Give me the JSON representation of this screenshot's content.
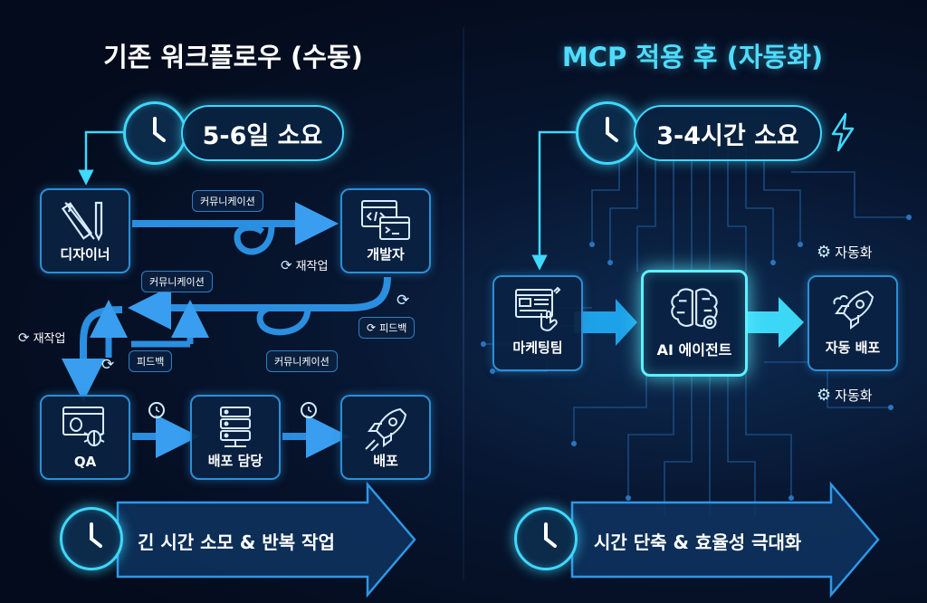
{
  "left": {
    "title": "기존 워크플로우 (수동)",
    "time_badge": "5-6일 소요",
    "nodes": {
      "designer": "디자이너",
      "developer": "개발자",
      "qa": "QA",
      "deploy_manager": "배포 담당",
      "deploy": "배포"
    },
    "tags": {
      "communication_top": "커뮤니케이션",
      "communication_mid": "커뮤니케이션",
      "communication_low": "커뮤니케이션",
      "feedback_right": "피드백",
      "feedback_left": "피드백"
    },
    "labels": {
      "rework_top": "재작업",
      "rework_left": "재작업"
    },
    "banner": "긴 시간 소모 & 반복 작업"
  },
  "right": {
    "title": "MCP 적용 후 (자동화)",
    "time_badge": "3-4시간 소요",
    "nodes": {
      "marketing": "마케팅팀",
      "ai_agent": "AI 에이전트",
      "auto_deploy": "자동 배포"
    },
    "labels": {
      "auto_top": "자동화",
      "auto_bottom": "자동화"
    },
    "banner": "시간 단축 & 효율성 극대화"
  },
  "icons": {
    "clock": "clock-icon",
    "lightning": "lightning-icon",
    "refresh": "refresh-icon",
    "gear": "gear-icon",
    "design_tools": "design-tools-icon",
    "code_window": "code-window-icon",
    "bug": "bug-icon",
    "server": "server-icon",
    "rocket": "rocket-icon",
    "brain": "brain-icon",
    "dashboard_touch": "dashboard-touch-icon"
  },
  "colors": {
    "accent": "#3fd8ff",
    "box_border": "#2c8fd6",
    "arrow": "#2a8fe0",
    "background": "#040b1c"
  }
}
